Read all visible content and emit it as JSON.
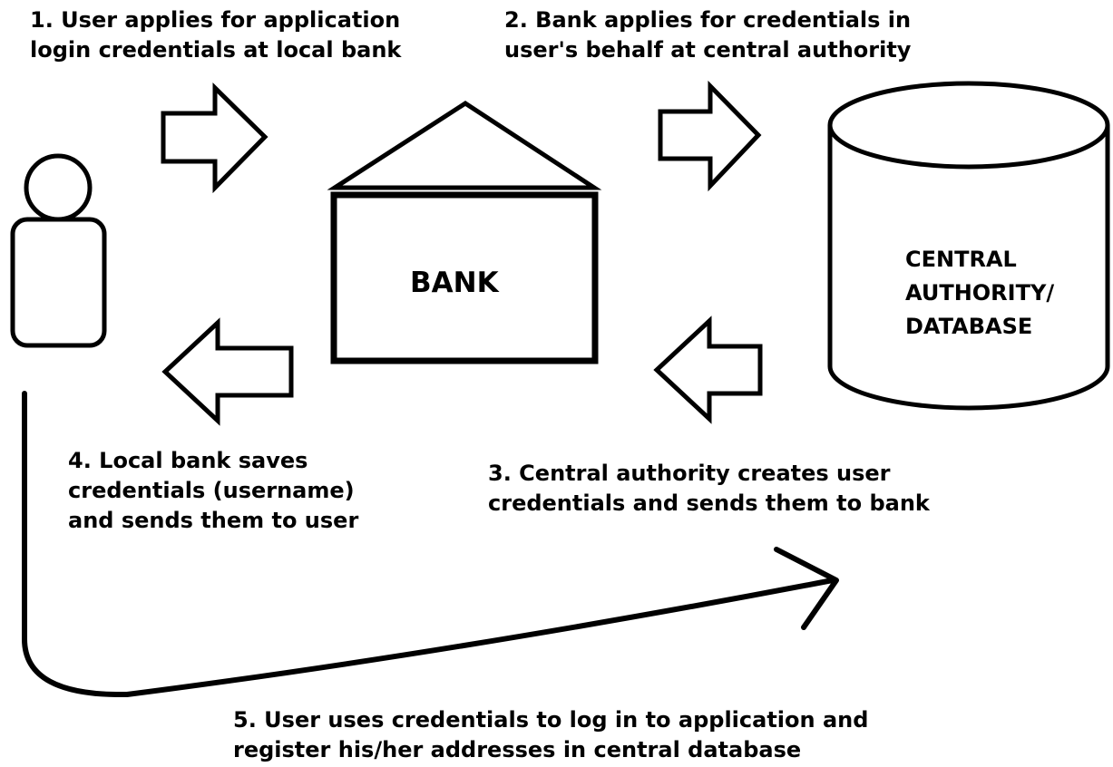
{
  "steps": [
    {
      "number": "1.",
      "lines": [
        "1. User applies for application",
        "login credentials at local bank"
      ]
    },
    {
      "number": "2.",
      "lines": [
        "2. Bank applies for credentials in",
        "user's behalf at central authority"
      ]
    },
    {
      "number": "3.",
      "lines": [
        "3. Central authority creates user",
        "credentials and sends them to bank"
      ]
    },
    {
      "number": "4.",
      "lines": [
        "4. Local bank saves",
        "credentials (username)",
        "and sends them to user"
      ]
    },
    {
      "number": "5.",
      "lines": [
        "5. User uses credentials to log in to application and",
        "register his/her addresses in central database"
      ]
    }
  ],
  "nodes": {
    "user": {
      "icon": "person-icon"
    },
    "bank": {
      "label": "BANK",
      "icon": "bank-building-icon"
    },
    "database": {
      "label_lines": [
        "CENTRAL",
        "AUTHORITY/",
        "DATABASE"
      ],
      "icon": "database-cylinder-icon"
    }
  },
  "colors": {
    "stroke": "#000000",
    "background": "#ffffff"
  }
}
